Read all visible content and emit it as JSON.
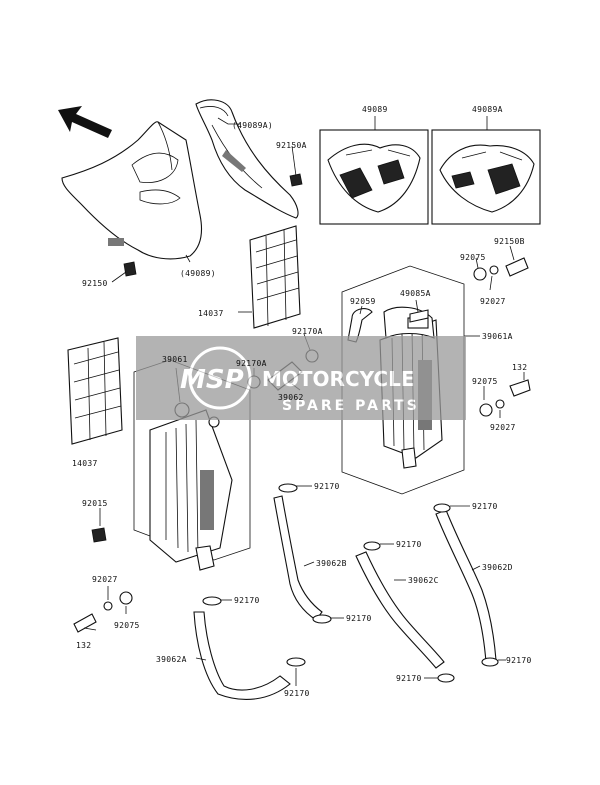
{
  "labels": {
    "l_49089_top": "49089",
    "l_49089a": "49089A",
    "l_49089a_paren": "(49089A)",
    "l_49089_paren": "(49089)",
    "l_92150a": "92150A",
    "l_92150": "92150",
    "l_92150b": "92150B",
    "l_14037_a": "14037",
    "l_14037_b": "14037",
    "l_92075_a": "92075",
    "l_92075_b": "92075",
    "l_92075_c": "92075",
    "l_92027_a": "92027",
    "l_92027_b": "92027",
    "l_92027_c": "92027",
    "l_49085a": "49085A",
    "l_92059": "92059",
    "l_39061a": "39061A",
    "l_92170a_a": "92170A",
    "l_92170a_b": "92170A",
    "l_39061": "39061",
    "l_39062": "39062",
    "l_132_a": "132",
    "l_132_b": "132",
    "l_92015": "92015",
    "l_92170_1": "92170",
    "l_92170_2": "92170",
    "l_92170_3": "92170",
    "l_92170_4": "92170",
    "l_92170_5": "92170",
    "l_92170_6": "92170",
    "l_92170_7": "92170",
    "l_92170_8": "92170",
    "l_39062a": "39062A",
    "l_39062b": "39062B",
    "l_39062c": "39062C",
    "l_39062d": "39062D"
  },
  "watermark": {
    "brand": "MOTORCYCLE",
    "sub": "SPARE PARTS",
    "logo": "MSP"
  },
  "colors": {
    "watermark_bg": "#9a9a9a",
    "watermark_logo": "#e0703a"
  }
}
